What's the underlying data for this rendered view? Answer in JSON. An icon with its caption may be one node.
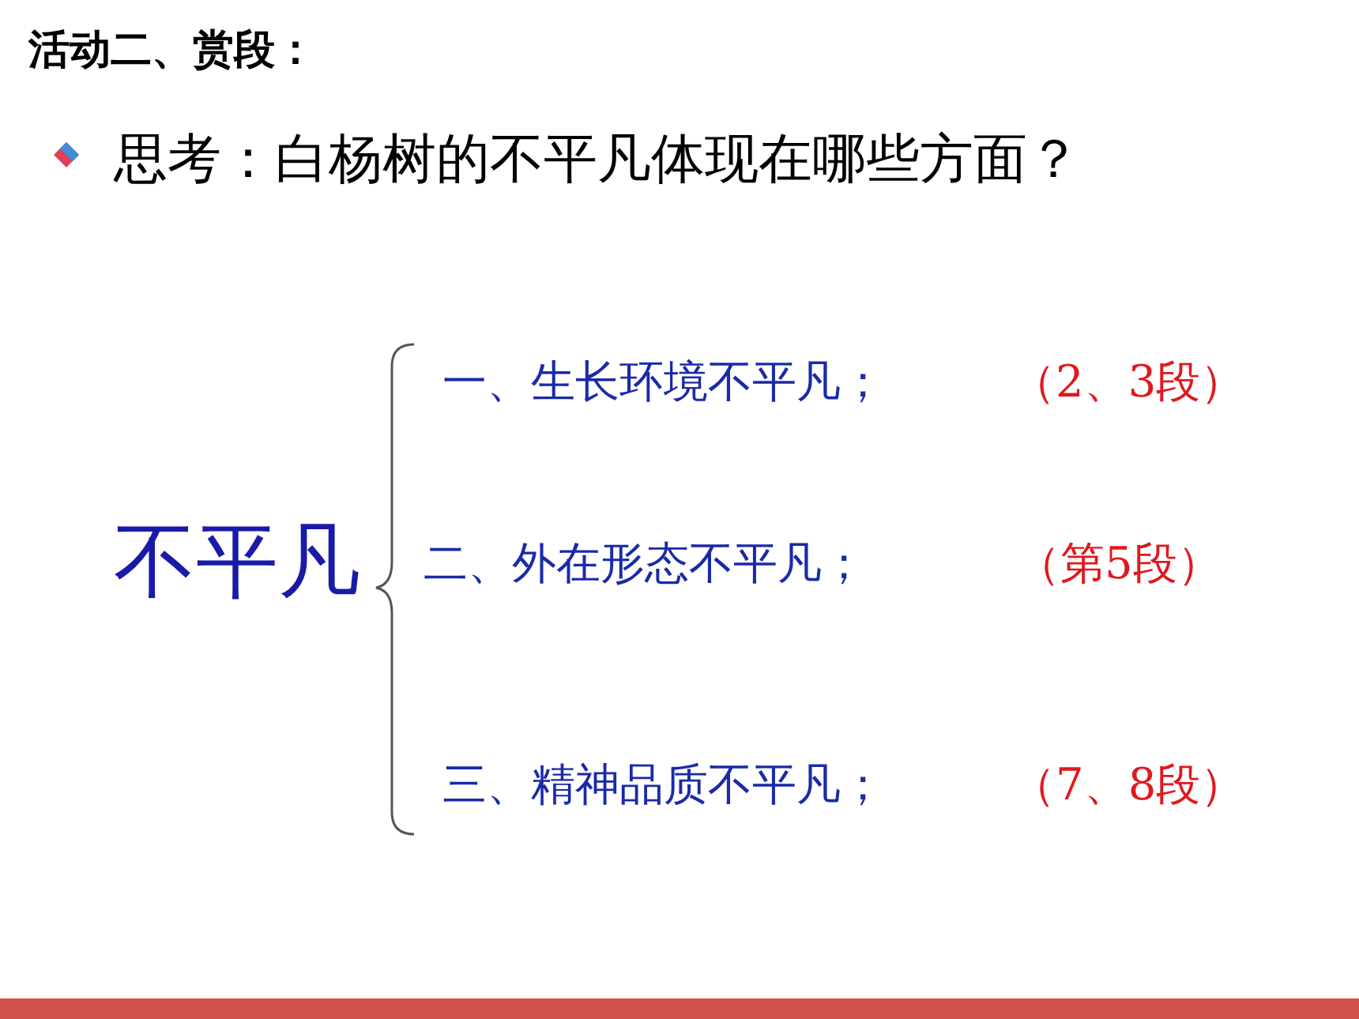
{
  "diagram": {
    "title": "活动二、赏段：",
    "labels": [
      "思考：白杨树的不平凡体现在哪些方面？",
      "不平凡",
      "一、生长环境不平凡；",
      "（2、3段）",
      "二、外在形态不平凡；",
      "（第5段）",
      "三、精神品质不平凡；",
      "（7、8段）"
    ]
  }
}
